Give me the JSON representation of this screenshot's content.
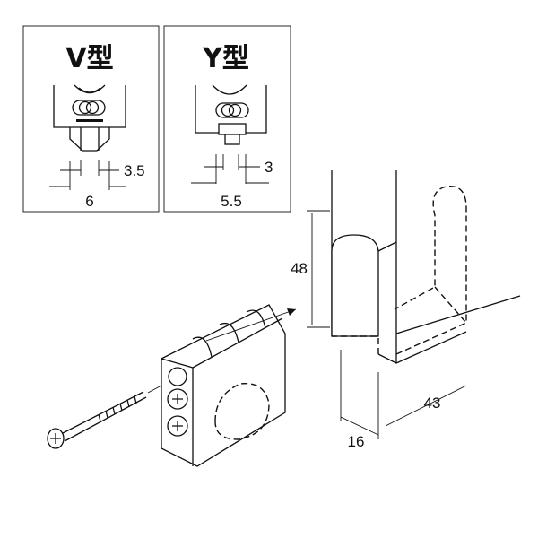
{
  "panels": {
    "v_type": {
      "title": "V型",
      "dim_inner": "3.5",
      "dim_outer": "6"
    },
    "y_type": {
      "title": "Y型",
      "dim_inner": "3",
      "dim_outer": "5.5"
    }
  },
  "main_dimensions": {
    "height": "48",
    "depth": "43",
    "thickness": "16"
  }
}
